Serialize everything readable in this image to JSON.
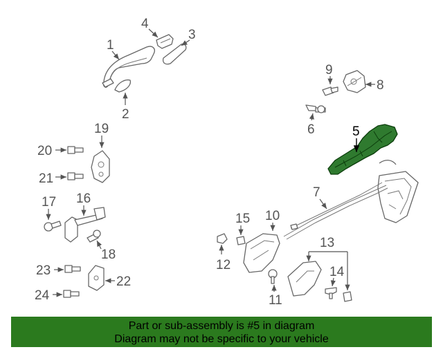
{
  "callouts": {
    "c1": "1",
    "c2": "2",
    "c3": "3",
    "c4": "4",
    "c5": "5",
    "c6": "6",
    "c7": "7",
    "c8": "8",
    "c9": "9",
    "c10": "10",
    "c11": "11",
    "c12": "12",
    "c13": "13",
    "c14": "14",
    "c15": "15",
    "c16": "16",
    "c17": "17",
    "c18": "18",
    "c19": "19",
    "c20": "20",
    "c21": "21",
    "c22": "22",
    "c23": "23",
    "c24": "24"
  },
  "highlight": {
    "part_number": "5",
    "color": "#2f7a2f"
  },
  "banner": {
    "line1": "Part or sub-assembly is #5 in diagram",
    "line2": "Diagram may not be specific to your vehicle",
    "background": "#2b7a1e"
  }
}
